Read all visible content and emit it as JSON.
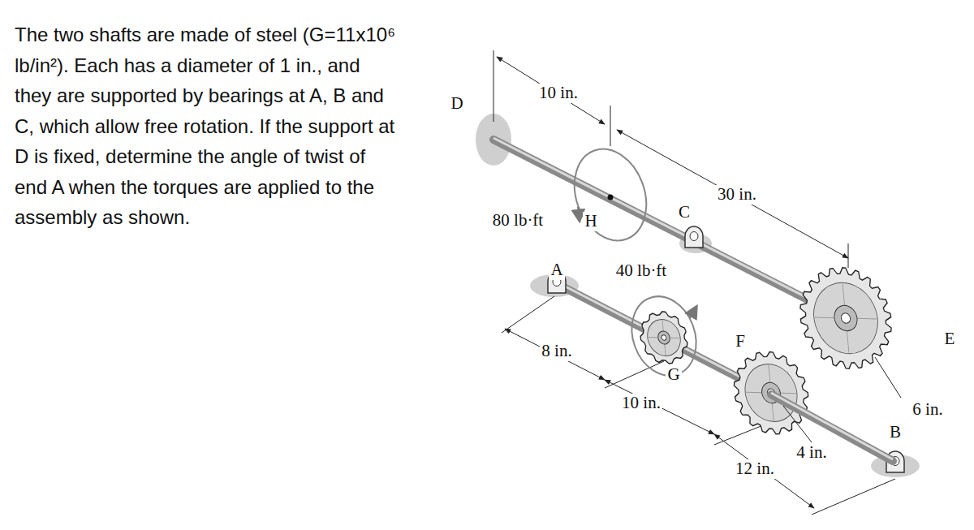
{
  "diagram": {
    "labels": [
      "The two shafts are made of steel (G=11x10⁶ lb/in²). Each has a diameter of 1 in., and they are supported by bearings at A, B and C, which allow free rotation. If the support at D is fixed, determine the angle of twist of end A when the torques are applied to the assembly as shown.",
      "D",
      "10 in.",
      "30 in.",
      "80 lb·ft",
      "H",
      "C",
      "A",
      "40 lb·ft",
      "8 in.",
      "F",
      "G",
      "E",
      "10 in.",
      "6 in.",
      "B",
      "4 in.",
      "12 in."
    ]
  }
}
